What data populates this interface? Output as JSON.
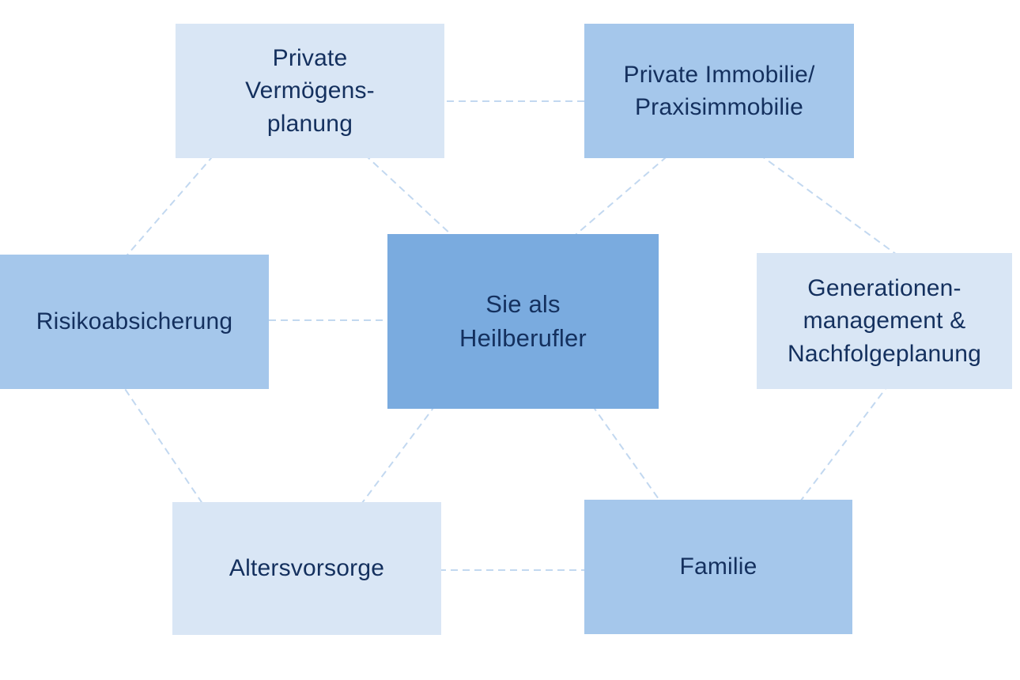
{
  "diagram": {
    "nodes": [
      {
        "id": "private-vermoegensplanung",
        "label": "Private\nVermögens-\nplanung",
        "tone": "light"
      },
      {
        "id": "private-immobilie-praxisimmobilie",
        "label": "Private Immobilie/\nPraxisimmobilie",
        "tone": "medium"
      },
      {
        "id": "risikoabsicherung",
        "label": "Risikoabsicherung",
        "tone": "medium"
      },
      {
        "id": "sie-als-heilberufler",
        "label": "Sie als\nHeilberufler",
        "tone": "center"
      },
      {
        "id": "generationenmanagement-nachfolgeplanung",
        "label": "Generationen-\nmanagement &\nNachfolgeplanung",
        "tone": "light"
      },
      {
        "id": "altersvorsorge",
        "label": "Altersvorsorge",
        "tone": "light"
      },
      {
        "id": "familie",
        "label": "Familie",
        "tone": "medium"
      }
    ],
    "connections": [
      {
        "from": "private-vermoegensplanung",
        "to": "private-immobilie-praxisimmobilie",
        "style": "dashed"
      },
      {
        "from": "private-immobilie-praxisimmobilie",
        "to": "generationenmanagement-nachfolgeplanung",
        "style": "dashed"
      },
      {
        "from": "generationenmanagement-nachfolgeplanung",
        "to": "familie",
        "style": "dashed"
      },
      {
        "from": "familie",
        "to": "altersvorsorge",
        "style": "dashed"
      },
      {
        "from": "altersvorsorge",
        "to": "risikoabsicherung",
        "style": "dashed"
      },
      {
        "from": "risikoabsicherung",
        "to": "private-vermoegensplanung",
        "style": "dashed"
      },
      {
        "from": "sie-als-heilberufler",
        "to": "private-vermoegensplanung",
        "style": "dashed"
      },
      {
        "from": "sie-als-heilberufler",
        "to": "private-immobilie-praxisimmobilie",
        "style": "dashed"
      },
      {
        "from": "sie-als-heilberufler",
        "to": "risikoabsicherung",
        "style": "dashed"
      },
      {
        "from": "sie-als-heilberufler",
        "to": "altersvorsorge",
        "style": "dashed"
      },
      {
        "from": "sie-als-heilberufler",
        "to": "familie",
        "style": "dashed"
      }
    ],
    "colors": {
      "background": "#ffffff",
      "box_light": "#d9e6f5",
      "box_medium": "#a5c7eb",
      "box_center": "#7aabdf",
      "text": "#14305e",
      "connector": "#c2d8f0"
    }
  }
}
